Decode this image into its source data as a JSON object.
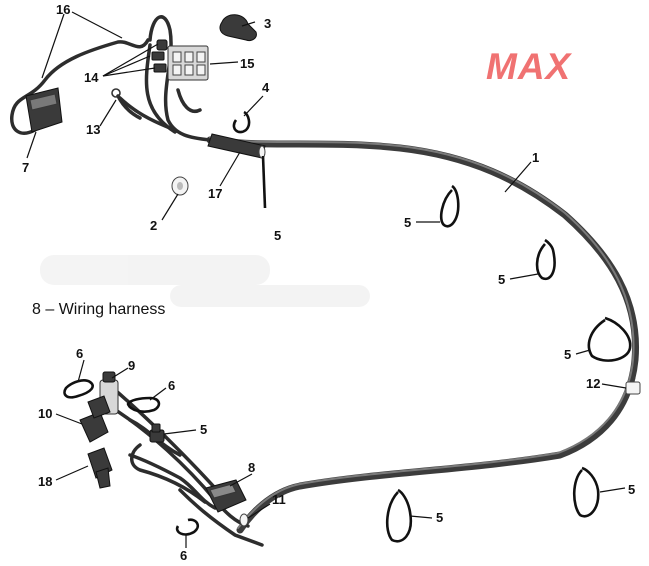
{
  "model_badge": "MAX",
  "caption": "8 – Wiring harness",
  "callouts": {
    "c16": "16",
    "c3": "3",
    "c14": "14",
    "c15": "15",
    "c7": "7",
    "c13": "13",
    "c4": "4",
    "c2": "2",
    "c17": "17",
    "c5_top": "5",
    "c1": "1",
    "c5_a": "5",
    "c5_b": "5",
    "c5_c": "5",
    "c12": "12",
    "c5_d": "5",
    "c5_e": "5",
    "c6_a": "6",
    "c9": "9",
    "c6_b": "6",
    "c10": "10",
    "c5_f": "5",
    "c18": "18",
    "c8": "8",
    "c11": "11",
    "c6_c": "6"
  },
  "colors": {
    "badge": "#f07272",
    "harness": "#3c3c3c",
    "ink": "#111111"
  }
}
